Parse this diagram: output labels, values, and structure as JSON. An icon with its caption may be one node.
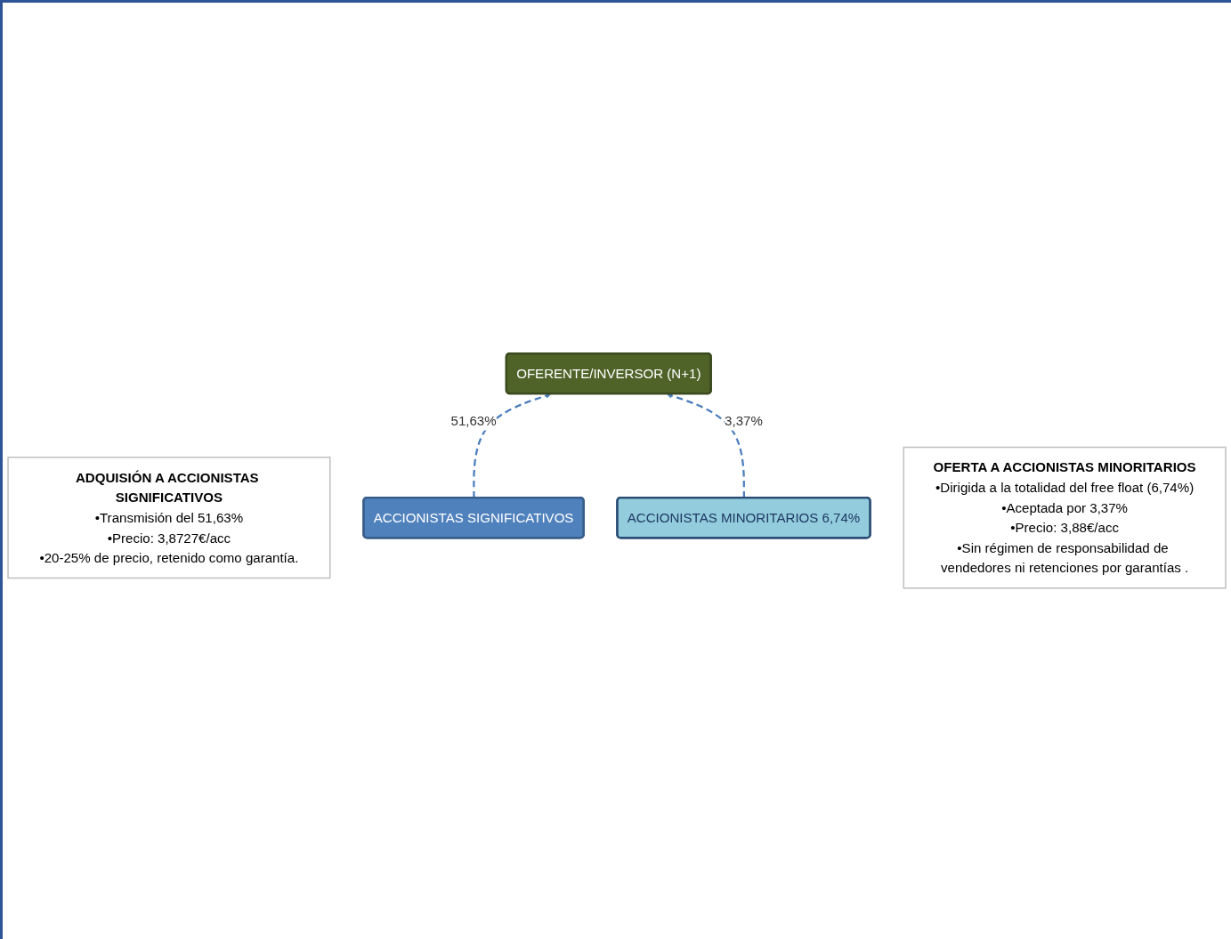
{
  "diagram": {
    "nodes": [
      {
        "text": [
          "OFERENTE/INVERSOR (N+1)"
        ]
      },
      {
        "text": [
          "ADQUISIÓN A ACCIONISTAS SIGNIFICATIVOS",
          "•Transmisión del 51,63%",
          "•Precio: 3,8727€/acc",
          "•20-25% de precio, retenido como garantía."
        ]
      },
      {
        "text": [
          "ACCIONISTAS SIGNIFICATIVOS"
        ]
      },
      {
        "text": [
          "ACCIONISTAS MINORITARIOS 6,74%"
        ]
      },
      {
        "text": [
          "OFERTA A ACCIONISTAS MINORITARIOS",
          "•Dirigida a la totalidad del free float (6,74%)",
          "•Aceptada por 3,37%",
          "•Precio: 3,88€/acc",
          "•Sin régimen de responsabilidad de vendedores ni retenciones por garantías ."
        ]
      }
    ],
    "edges": [
      {
        "from": 2,
        "to": 0,
        "arrow": "to",
        "label": "51,63%",
        "style": "dashed"
      },
      {
        "from": 3,
        "to": 0,
        "arrow": "to",
        "label": "3,37%",
        "style": "dashed"
      }
    ]
  }
}
